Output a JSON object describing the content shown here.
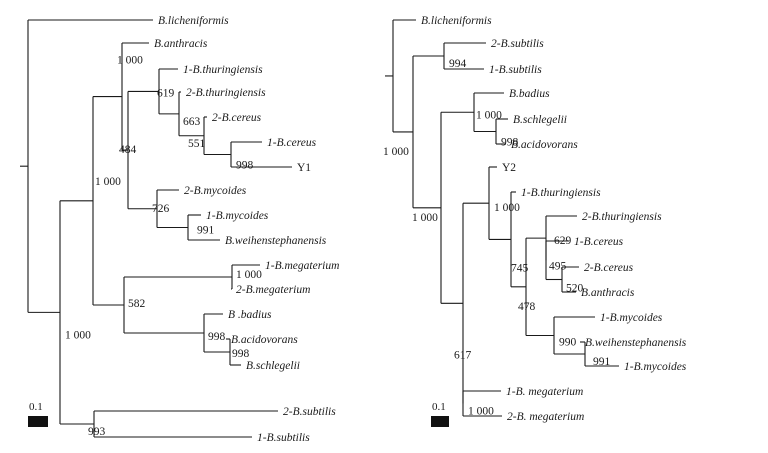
{
  "trees": [
    {
      "id": "left",
      "scale": {
        "label": "0.1"
      },
      "leaves": [
        {
          "label": "B.licheniformis",
          "italic": true
        },
        {
          "label": "B.anthracis",
          "italic": true
        },
        {
          "label": "1-B.thuringiensis",
          "italic": true
        },
        {
          "label": "2-B.thuringiensis",
          "italic": true
        },
        {
          "label": "2-B.cereus",
          "italic": true
        },
        {
          "label": "1-B.cereus",
          "italic": true
        },
        {
          "label": "Y1",
          "italic": false
        },
        {
          "label": "2-B.mycoides",
          "italic": true
        },
        {
          "label": "1-B.mycoides",
          "italic": true
        },
        {
          "label": "B.weihenstephanensis",
          "italic": true
        },
        {
          "label": "1-B.megaterium",
          "italic": true
        },
        {
          "label": "2-B.megaterium",
          "italic": true
        },
        {
          "label": "B .badius",
          "italic": true
        },
        {
          "label": "B.acidovorans",
          "italic": true
        },
        {
          "label": "B.schlegelii",
          "italic": true
        },
        {
          "label": "2-B.subtilis",
          "italic": true
        },
        {
          "label": "1-B.subtilis",
          "italic": true
        }
      ],
      "bootstraps": [
        "1 000",
        "619",
        "663",
        "551",
        "998",
        "484",
        "726",
        "991",
        "1 000",
        "1 000",
        "582",
        "998",
        "998",
        "1 000",
        "993"
      ]
    },
    {
      "id": "right",
      "scale": {
        "label": "0.1"
      },
      "leaves": [
        {
          "label": "B.licheniformis",
          "italic": true
        },
        {
          "label": "2-B.subtilis",
          "italic": true
        },
        {
          "label": "1-B.subtilis",
          "italic": true
        },
        {
          "label": "B.badius",
          "italic": true
        },
        {
          "label": "B.schlegelii",
          "italic": true
        },
        {
          "label": "B.acidovorans",
          "italic": true
        },
        {
          "label": "Y2",
          "italic": false
        },
        {
          "label": "1-B.thuringiensis",
          "italic": true
        },
        {
          "label": "2-B.thuringiensis",
          "italic": true
        },
        {
          "label": "1-B.cereus",
          "italic": true
        },
        {
          "label": "2-B.cereus",
          "italic": true
        },
        {
          "label": "B.anthracis",
          "italic": true
        },
        {
          "label": "1-B.mycoides",
          "italic": true
        },
        {
          "label": "B.weihenstephanensis",
          "italic": true
        },
        {
          "label": "1-B.mycoides",
          "italic": true
        },
        {
          "label": "1-B. megaterium",
          "italic": true
        },
        {
          "label": "2-B. megaterium",
          "italic": true
        }
      ],
      "bootstraps": [
        "994",
        "1 000",
        "998",
        "1 000",
        "1 000",
        "745",
        "629",
        "495",
        "520",
        "478",
        "990",
        "991",
        "617",
        "1 000",
        "1 000"
      ]
    }
  ]
}
